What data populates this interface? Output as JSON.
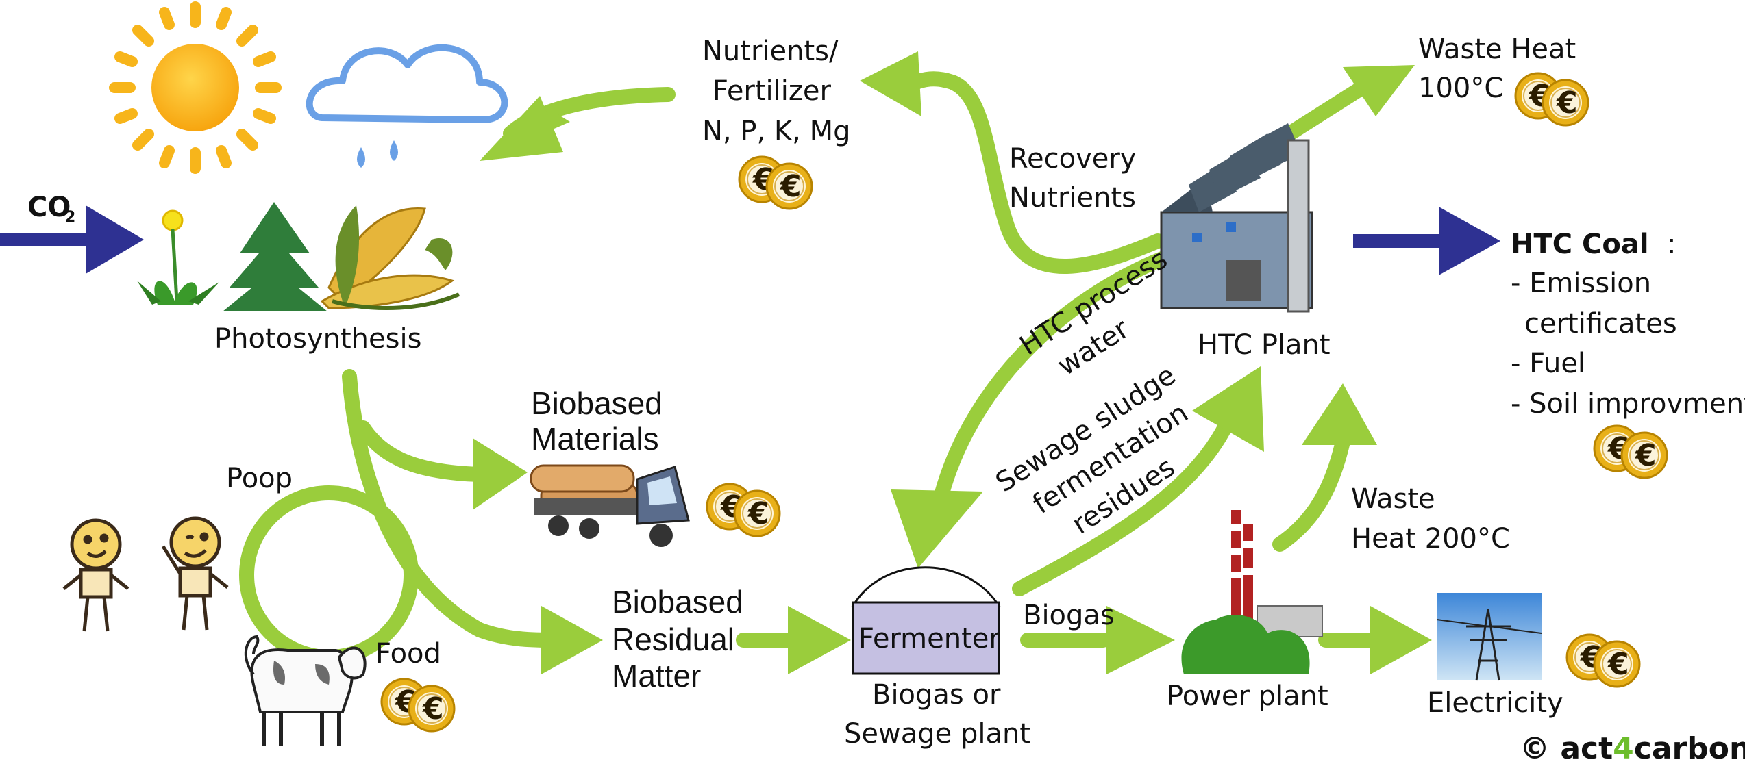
{
  "labels": {
    "co2_main": "CO",
    "co2_sub": "2",
    "photosynthesis": "Photosynthesis",
    "nutrients_1": "Nutrients/",
    "nutrients_2": "Fertilizer",
    "nutrients_3": "N, P, K, Mg",
    "recovery_1": "Recovery",
    "recovery_2": "Nutrients",
    "waste_heat100_1": "Waste Heat",
    "waste_heat100_2": "100°C",
    "htc_plant": "HTC Plant",
    "htc_coal_title": "HTC Coal",
    "htc_coal_colon": ":",
    "htc_coal_items": [
      "- Emission",
      "certificates",
      "- Fuel",
      "- Soil improvment"
    ],
    "htc_process_1": "HTC process",
    "htc_process_2": "water",
    "sewage_1": "Sewage sludge",
    "sewage_2": "fermentation",
    "sewage_3": "residues",
    "biobased_materials_1": "Biobased",
    "biobased_materials_2": "Materials",
    "poop": "Poop",
    "food": "Food",
    "biobased_residual_1": "Biobased",
    "biobased_residual_2": "Residual",
    "biobased_residual_3": "Matter",
    "fermenter": "Fermenter",
    "biogas": "Biogas",
    "biogas_plant_1": "Biogas or",
    "biogas_plant_2": "Sewage plant",
    "power_plant": "Power plant",
    "waste_heat200_1": "Waste",
    "waste_heat200_2": "Heat 200°C",
    "electricity": "Electricity",
    "copyright_prefix": "© act",
    "copyright_four": "4",
    "copyright_suffix": "carbon"
  },
  "coin_symbol": "€",
  "icons": [
    "sun-icon",
    "cloud-rain-icon",
    "dandelion-icon",
    "tree-icon",
    "corn-icon",
    "people-icon",
    "cow-icon",
    "truck-logs-icon",
    "factory-icon",
    "power-plant-icon",
    "power-pylon-icon",
    "euro-coins-icon"
  ],
  "colors": {
    "flow_arrow": "#9acd3c",
    "co2_arrow": "#2e3192",
    "fermenter_fill": "#c5c0e2",
    "accent_green": "#6cbd2b",
    "sun": "#f7b51b",
    "cloud": "#6aa0e6"
  }
}
